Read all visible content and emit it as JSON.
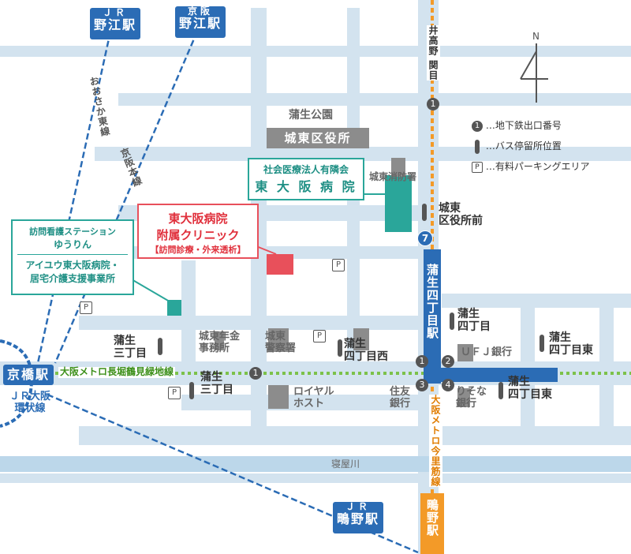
{
  "stations": {
    "jr_noe": {
      "line1": "ＪＲ",
      "line2": "野江駅"
    },
    "keihan_noe": {
      "line1": "京阪",
      "line2": "野江駅"
    },
    "kyobashi": "京橋駅",
    "jr_kanjo": {
      "line1": "ＪＲ大阪",
      "line2": "環状線"
    },
    "shigino": {
      "line1": "ＪＲ",
      "line2": "鴫野駅"
    },
    "gamo_yonchome": "蒲生四丁目駅",
    "shigino_metro": "鴫野駅"
  },
  "rail_lines": {
    "osaka_higashi": "おおさか東線",
    "keihan_honsen": "京阪本線",
    "nagahori": "大阪メトロ長堀鶴見緑地線",
    "imazatosuji": "大阪メトロ今里筋線",
    "ikenodaka": "井高野 関目"
  },
  "places": {
    "gamo_park": "蒲生公園",
    "ward_office": "城東区役所",
    "fire_station": "城東消防署",
    "hospital": {
      "line1": "社会医療法人有隣会",
      "line2": "東 大 阪 病 院"
    },
    "clinic": {
      "line1": "東大阪病院",
      "line2": "附属クリニック",
      "line3": "【訪問診療・外来透析】"
    },
    "station_yuurin": {
      "line1": "訪問看護ステーション",
      "line2": "ゆうりん"
    },
    "aiyuu": {
      "line1": "アイユウ東大阪病院・",
      "line2": "居宅介護支援事業所"
    },
    "pension_office": {
      "line1": "城東年金",
      "line2": "事務所"
    },
    "police": {
      "line1": "城東",
      "line2": "警察署"
    },
    "royal_host": {
      "line1": "ロイヤル",
      "line2": "ホスト"
    },
    "sumitomo": {
      "line1": "住友",
      "line2": "銀行"
    },
    "resona": {
      "line1": "りそな",
      "line2": "銀行"
    },
    "ufj": "ＵＦＪ銀行",
    "river": "寝屋川"
  },
  "bus_stops": {
    "ward_office_mae": {
      "line1": "城東",
      "line2": "区役所前"
    },
    "gamo_4_a": {
      "line1": "蒲生",
      "line2": "四丁目"
    },
    "gamo_4_higashi_a": {
      "line1": "蒲生",
      "line2": "四丁目東"
    },
    "gamo_3": {
      "line1": "蒲生",
      "line2": "三丁目"
    },
    "gamo_4_nishi": {
      "line1": "蒲生",
      "line2": "四丁目西"
    },
    "gamo_3_b": {
      "line1": "蒲生",
      "line2": "三丁目"
    },
    "gamo_4_higashi_b": {
      "line1": "蒲生",
      "line2": "四丁目東"
    }
  },
  "exits": [
    "1",
    "2",
    "3",
    "4",
    "7",
    "1",
    "1"
  ],
  "parking": "P",
  "compass": "N",
  "legend": {
    "exit": "…地下鉄出口番号",
    "bus": "…バス停留所位置",
    "parking": "…有料パーキングエリア"
  },
  "colors": {
    "road": "#d3e3ef",
    "subway_blue": "#2b6cb5",
    "nagahori_green": "#7cc24a",
    "imazato_orange": "#f39a28",
    "teal": "#2aa69a",
    "red": "#e8505b"
  }
}
